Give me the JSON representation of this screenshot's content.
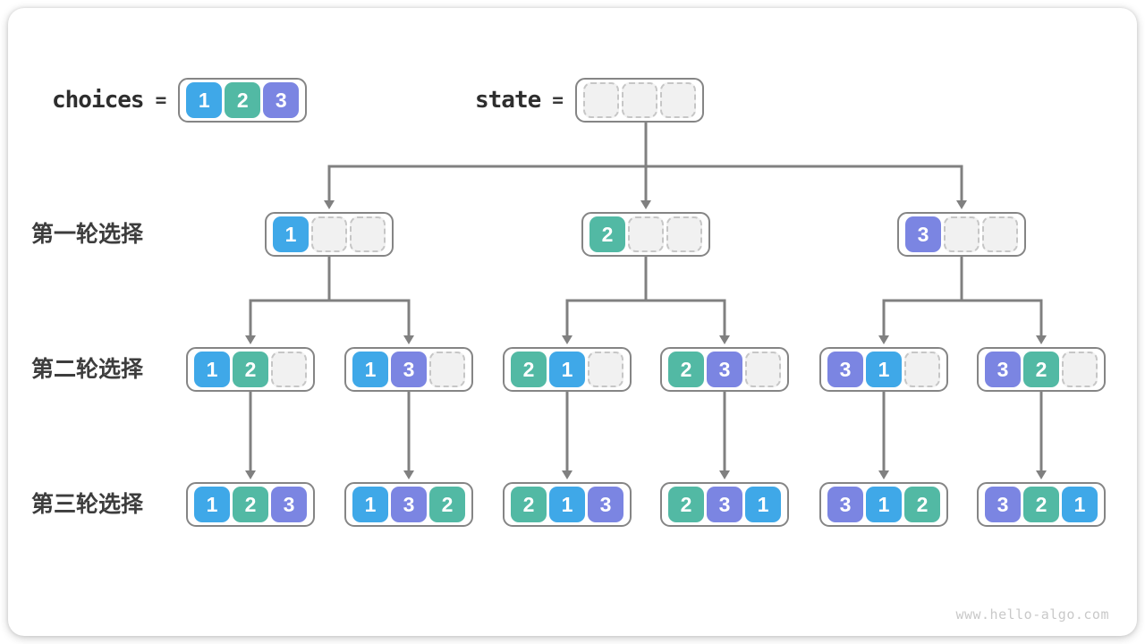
{
  "figure": {
    "choices_label": "choices",
    "state_label": "state",
    "equals_sign": "=",
    "choices_values": [
      "1",
      "2",
      "3"
    ],
    "state_values": [
      "",
      "",
      ""
    ],
    "rows": [
      {
        "label": "第一轮选择",
        "nodes": [
          [
            "1",
            "",
            ""
          ],
          [
            "2",
            "",
            ""
          ],
          [
            "3",
            "",
            ""
          ]
        ]
      },
      {
        "label": "第二轮选择",
        "nodes": [
          [
            "1",
            "2",
            ""
          ],
          [
            "1",
            "3",
            ""
          ],
          [
            "2",
            "1",
            ""
          ],
          [
            "2",
            "3",
            ""
          ],
          [
            "3",
            "1",
            ""
          ],
          [
            "3",
            "2",
            ""
          ]
        ]
      },
      {
        "label": "第三轮选择",
        "nodes": [
          [
            "1",
            "2",
            "3"
          ],
          [
            "1",
            "3",
            "2"
          ],
          [
            "2",
            "1",
            "3"
          ],
          [
            "2",
            "3",
            "1"
          ],
          [
            "3",
            "1",
            "2"
          ],
          [
            "3",
            "2",
            "1"
          ]
        ]
      }
    ],
    "watermark": "www.hello-algo.com"
  },
  "colors": {
    "value_1": "#3FA8E8",
    "value_2": "#52B9A4",
    "value_3": "#7B85E2",
    "empty_cell": "#F1F1F1",
    "empty_cell_border": "#C6C6C6",
    "connector": "#808080",
    "box_border": "#858585"
  }
}
